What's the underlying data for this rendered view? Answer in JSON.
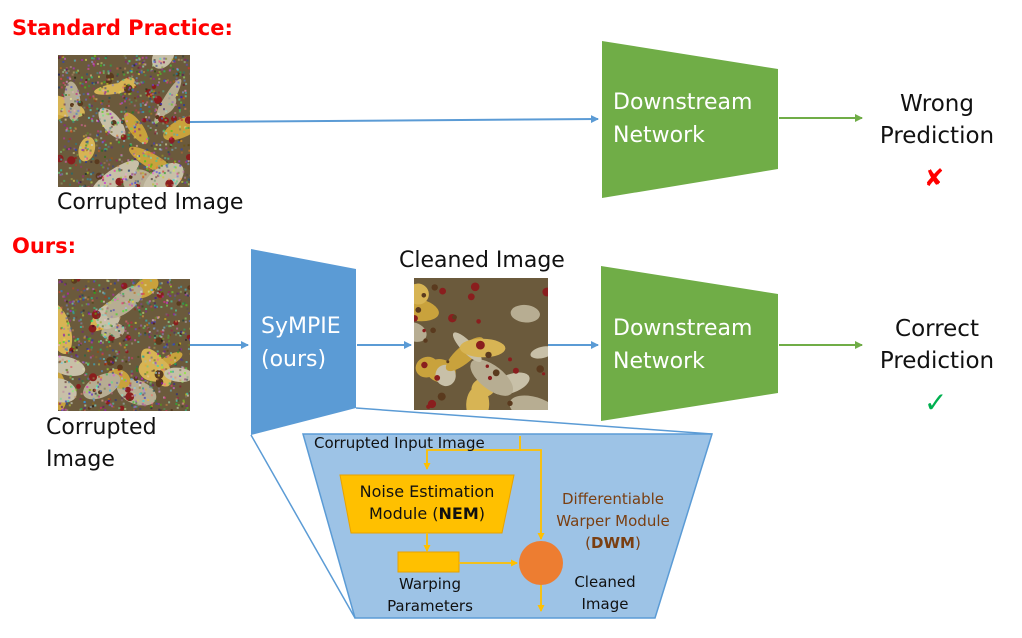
{
  "standard": {
    "heading": "Standard Practice:",
    "image_caption": "Corrupted Image",
    "network_line1": "Downstream",
    "network_line2": "Network",
    "result_line1": "Wrong",
    "result_line2": "Prediction",
    "result_mark": "✘"
  },
  "ours": {
    "heading": "Ours:",
    "image_caption_line1": "Corrupted",
    "image_caption_line2": "Image",
    "sympie_line1": "SyMPIE",
    "sympie_line2": "(ours)",
    "cleaned_caption": "Cleaned Image",
    "network_line1": "Downstream",
    "network_line2": "Network",
    "result_line1": "Correct",
    "result_line2": "Prediction",
    "result_mark": "✓"
  },
  "detail": {
    "input_label": "Corrupted Input Image",
    "nem_line1": "Noise Estimation",
    "nem_line2_prefix": "Module (",
    "nem_abbr": "NEM",
    "nem_line2_suffix": ")",
    "warping_line1": "Warping",
    "warping_line2": "Parameters",
    "dwm_line1": "Differentiable",
    "dwm_line2": "Warper Module",
    "dwm_line3_prefix": "(",
    "dwm_abbr": "DWM",
    "dwm_line3_suffix": ")",
    "cleaned_line1": "Cleaned",
    "cleaned_line2": "Image"
  },
  "colors": {
    "heading": "#ff0000",
    "network_fill": "#70ad47",
    "sympie_fill": "#5b9bd5",
    "detail_fill": "#9dc3e6",
    "module_fill": "#ffc000",
    "dwm_circle": "#ed7d31",
    "arrow_blue": "#5b9bd5",
    "arrow_green": "#70ad47",
    "wrong_mark": "#ff0000",
    "correct_mark": "#00b050"
  },
  "icons": {
    "wrong": "cross-mark-icon",
    "correct": "check-mark-icon"
  }
}
